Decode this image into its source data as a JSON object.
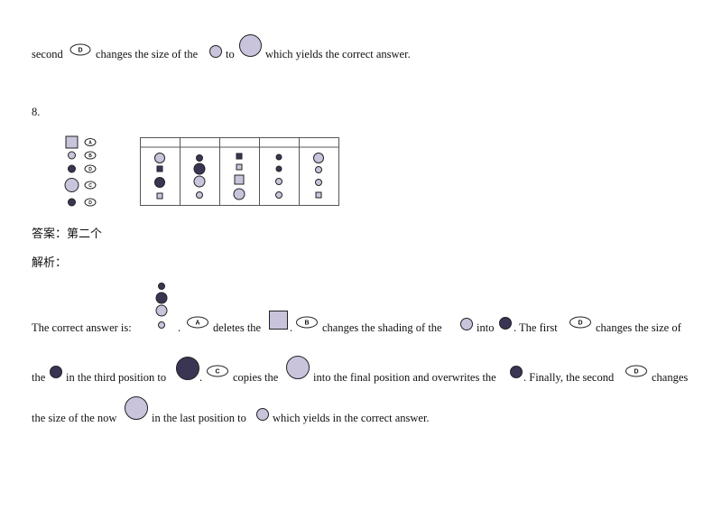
{
  "top_line": {
    "t1": "second",
    "oval": "D",
    "t2": "changes the size of the",
    "t3": "to",
    "t4": "which yields the correct answer."
  },
  "question": {
    "number": "8."
  },
  "legend": {
    "labels": [
      "A",
      "B",
      "D",
      "C",
      "D"
    ]
  },
  "answer": {
    "label": "答案：第二个"
  },
  "analysis": {
    "label": "解析："
  },
  "explanation": {
    "l1_prefix": "The correct answer is:",
    "l1_a": "deletes the",
    "l1_b": "changes the shading of the",
    "l1_into": "into",
    "l1_first": ". The first",
    "l1_end": "changes the size of",
    "l2_the": "the",
    "l2_a": "in the third position to",
    "l2_b": "copies the",
    "l2_c": "into the final position and overwrites the",
    "l2_d": ". Finally, the second",
    "l2_end": "changes",
    "l3_a": "the size of the now",
    "l3_b": "in the last position to",
    "l3_c": "which yields in the correct answer.",
    "ovals": [
      "A",
      "B",
      "D",
      "C",
      "D"
    ]
  },
  "colors": {
    "light": "#c9c4dc",
    "dark": "#3b3554"
  }
}
